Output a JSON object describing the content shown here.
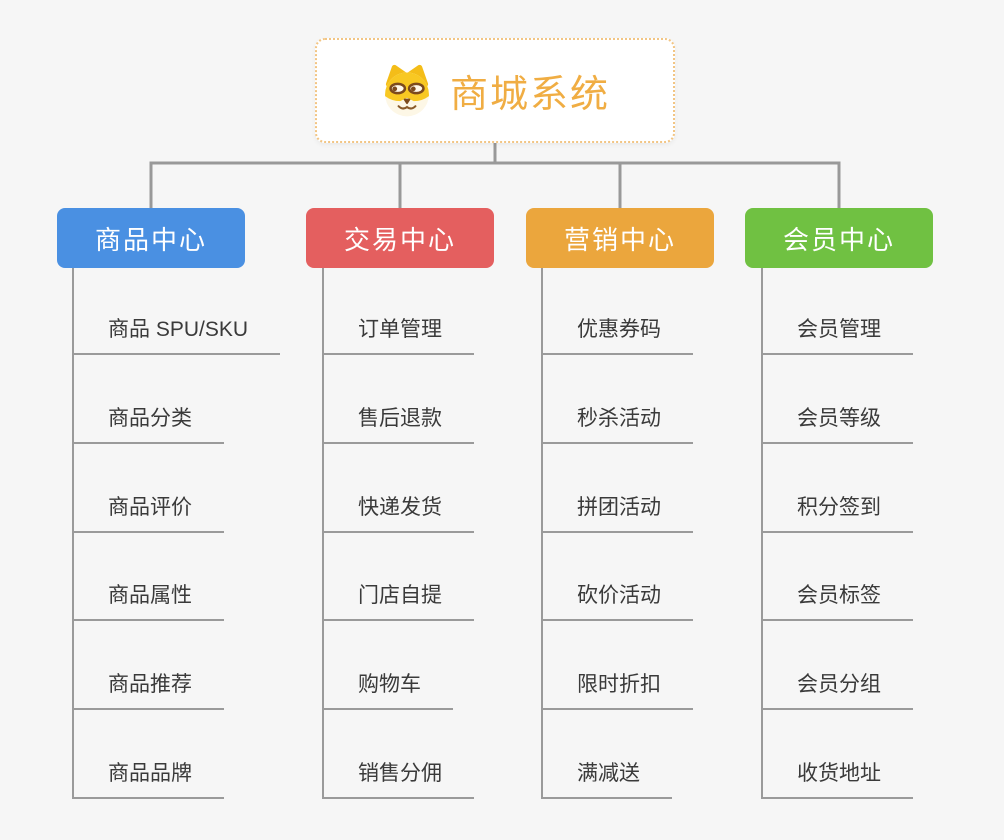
{
  "page": {
    "background_color": "#f6f6f6"
  },
  "root": {
    "title": "商城系统",
    "icon": "doge-icon",
    "title_color": "#f0ad43",
    "border_color": "#f2c584"
  },
  "connector_color": "#999999",
  "line_color": "#9a9a9a",
  "branches": [
    {
      "label": "商品中心",
      "color": "#4a90e2",
      "items": [
        "商品 SPU/SKU",
        "商品分类",
        "商品评价",
        "商品属性",
        "商品推荐",
        "商品品牌"
      ]
    },
    {
      "label": "交易中心",
      "color": "#e45f5f",
      "items": [
        "订单管理",
        "售后退款",
        "快递发货",
        "门店自提",
        "购物车",
        "销售分佣"
      ]
    },
    {
      "label": "营销中心",
      "color": "#eba63d",
      "items": [
        "优惠券码",
        "秒杀活动",
        "拼团活动",
        "砍价活动",
        "限时折扣",
        "满减送"
      ]
    },
    {
      "label": "会员中心",
      "color": "#70c142",
      "items": [
        "会员管理",
        "会员等级",
        "积分签到",
        "会员标签",
        "会员分组",
        "收货地址"
      ]
    }
  ]
}
